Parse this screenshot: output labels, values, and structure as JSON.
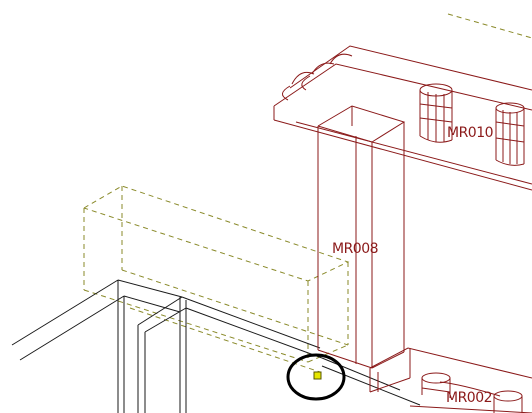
{
  "viewport": {
    "background": "#ffffff"
  },
  "colors": {
    "model_lines": "#8b1a1a",
    "hidden_lines": "#8a8a2a",
    "existing_edges": "#1a1a1a",
    "snap_marker": "#e6e600",
    "snap_circle": "#000000"
  },
  "labels": {
    "column": "MR008",
    "beam_upper": "MR010",
    "beam_lower": "MR002"
  },
  "snap": {
    "icon": "snap-point-icon",
    "highlight": "selection-circle-icon"
  }
}
